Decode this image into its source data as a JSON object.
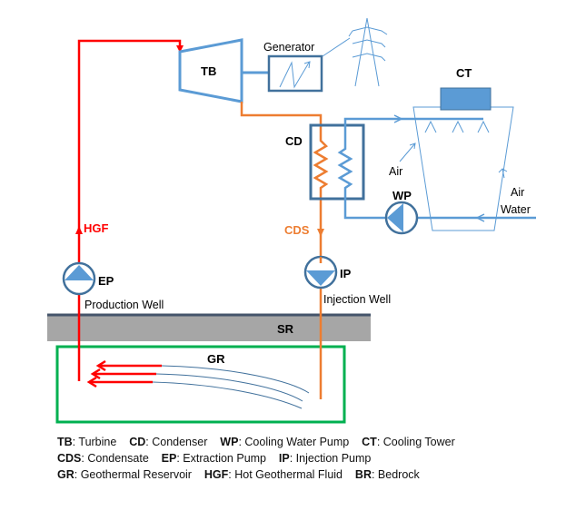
{
  "labels": {
    "tb": "TB",
    "generator": "Generator",
    "ct": "CT",
    "cd": "CD",
    "wp": "WP",
    "air1": "Air",
    "air2": "Air",
    "water": "Water",
    "hgf": "HGF",
    "cds": "CDS",
    "ep": "EP",
    "ip": "IP",
    "production_well": "Production Well",
    "injection_well": "Injection Well",
    "sr": "SR",
    "gr": "GR"
  },
  "legend": [
    [
      {
        "abbr": "TB",
        "text": ": Turbine"
      },
      {
        "abbr": "CD",
        "text": ": Condenser"
      },
      {
        "abbr": "WP",
        "text": ": Cooling Water Pump"
      },
      {
        "abbr": "CT",
        "text": ": Cooling Tower"
      }
    ],
    [
      {
        "abbr": "CDS",
        "text": ": Condensate"
      },
      {
        "abbr": "EP",
        "text": ": Extraction Pump"
      },
      {
        "abbr": "IP",
        "text": ": Injection Pump"
      }
    ],
    [
      {
        "abbr": "GR",
        "text": ": Geothermal Reservoir"
      },
      {
        "abbr": "HGF",
        "text": ": Hot Geothermal Fluid"
      },
      {
        "abbr": "BR",
        "text": ": Bedrock"
      }
    ]
  ],
  "colors": {
    "hot": "#ff0000",
    "condensate": "#ed7d31",
    "water": "#5b9bd5",
    "equipment": "#41719c",
    "reservoir": "#00b050",
    "rock": "#a6a6a6"
  }
}
